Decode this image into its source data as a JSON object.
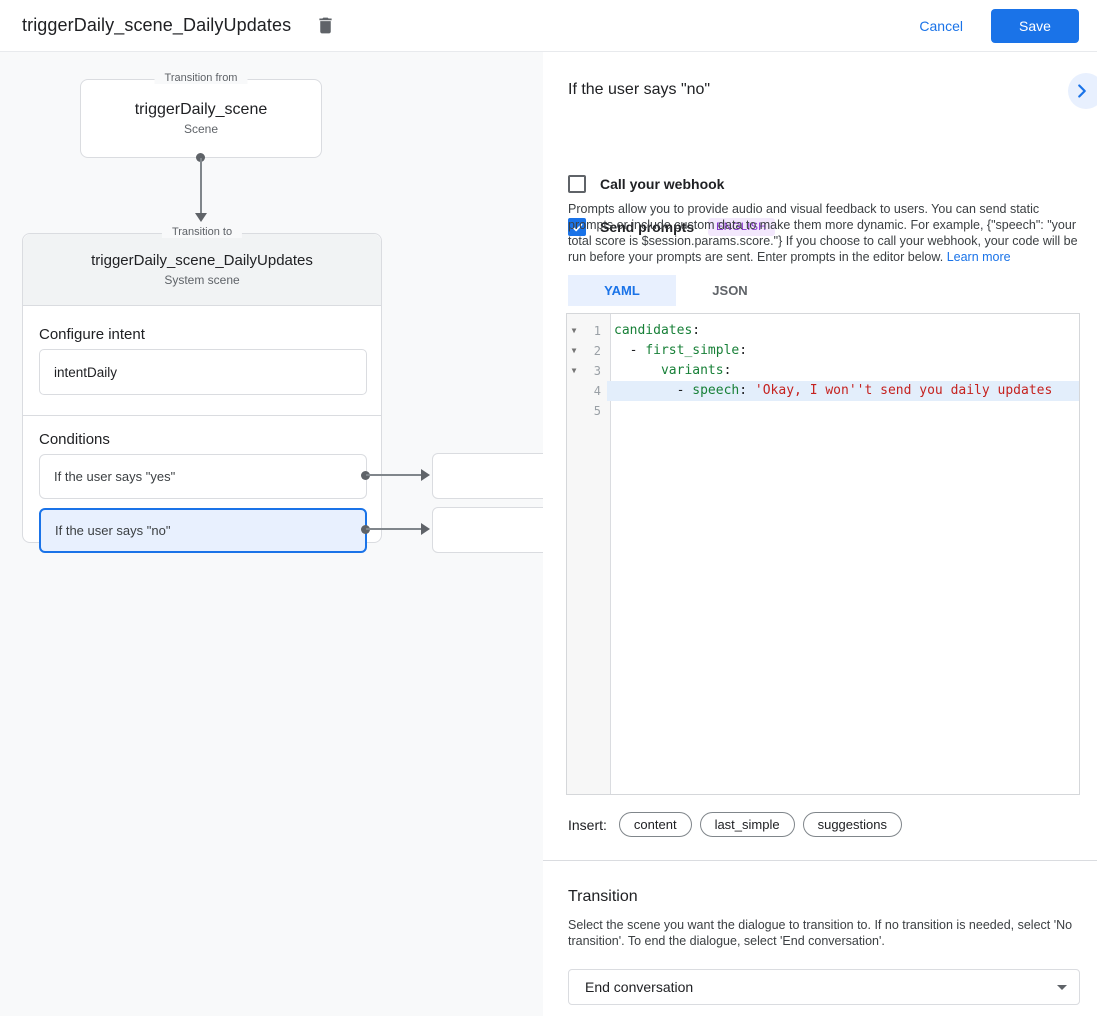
{
  "colors": {
    "accent_blue": "#1a73e8",
    "selection_blue_bg": "#e8f0fe",
    "yaml_key_green": "#188038",
    "yaml_string_red": "#c5221f",
    "badge_purple": "#8430ce",
    "badge_purple_bg": "#f3e8fd",
    "canvas_gray": "#f8f9fa"
  },
  "topbar": {
    "title": "triggerDaily_scene_DailyUpdates",
    "trash_icon": "trash-icon",
    "cancel_label": "Cancel",
    "save_label": "Save"
  },
  "diagram": {
    "from_legend": "Transition from",
    "from_title": "triggerDaily_scene",
    "from_subtitle": "Scene",
    "to_legend": "Transition to",
    "to_title": "triggerDaily_scene_DailyUpdates",
    "to_subtitle": "System scene",
    "configure_intent_label": "Configure intent",
    "intent_value": "intentDaily",
    "conditions_label": "Conditions",
    "conditions": [
      {
        "label": "If the user says \"yes\"",
        "selected": false
      },
      {
        "label": "If the user says \"no\"",
        "selected": true
      }
    ]
  },
  "panel": {
    "title": "If the user says \"no\"",
    "webhook_label": "Call your webhook",
    "send_prompts_label": "Send prompts",
    "language_badge": "ENGLISH",
    "description": "Prompts allow you to provide audio and visual feedback to users. You can send static prompts or include custom data to make them more dynamic. For example, {\"speech\": \"your total score is $session.params.score.\"} If you choose to call your webhook, your code will be run before your prompts are sent. Enter prompts in the editor below.",
    "learn_more_label": "Learn more",
    "tabs": [
      {
        "label": "YAML",
        "active": true
      },
      {
        "label": "JSON",
        "active": false
      }
    ],
    "editor": {
      "lines": [
        {
          "num": "1",
          "fold": true,
          "highlight": false,
          "tokens": [
            {
              "t": "key",
              "v": "candidates"
            },
            {
              "t": "plain",
              "v": ":"
            }
          ]
        },
        {
          "num": "2",
          "fold": true,
          "highlight": false,
          "tokens": [
            {
              "t": "plain",
              "v": "  - "
            },
            {
              "t": "key",
              "v": "first_simple"
            },
            {
              "t": "plain",
              "v": ":"
            }
          ]
        },
        {
          "num": "3",
          "fold": true,
          "highlight": false,
          "tokens": [
            {
              "t": "plain",
              "v": "      "
            },
            {
              "t": "key",
              "v": "variants"
            },
            {
              "t": "plain",
              "v": ":"
            }
          ]
        },
        {
          "num": "4",
          "fold": false,
          "highlight": true,
          "tokens": [
            {
              "t": "plain",
              "v": "        - "
            },
            {
              "t": "key",
              "v": "speech"
            },
            {
              "t": "plain",
              "v": ": "
            },
            {
              "t": "str",
              "v": "'Okay, I won''t send you daily updates"
            }
          ]
        },
        {
          "num": "5",
          "fold": false,
          "highlight": false,
          "tokens": []
        }
      ]
    },
    "insert_label": "Insert:",
    "insert_chips": [
      "content",
      "last_simple",
      "suggestions"
    ],
    "transition": {
      "heading": "Transition",
      "description": "Select the scene you want the dialogue to transition to. If no transition is needed, select 'No transition'. To end the dialogue, select 'End conversation'.",
      "dropdown_value": "End conversation"
    }
  }
}
